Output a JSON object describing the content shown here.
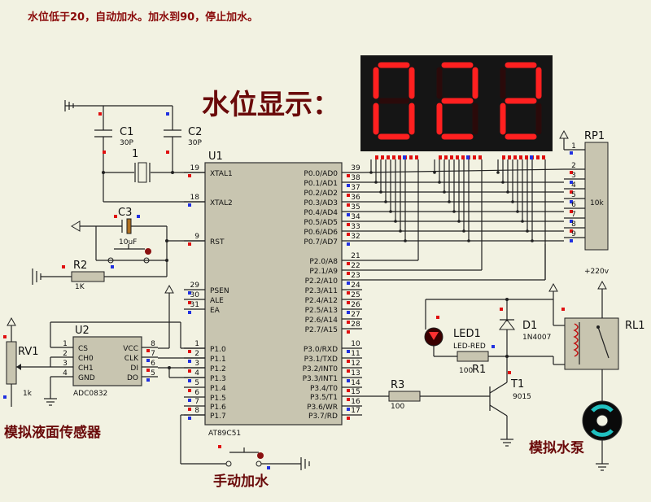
{
  "header": {
    "note": "水位低于20，自动加水。加水到90，停止加水。"
  },
  "display": {
    "title": "水位显示：",
    "digits": [
      "0",
      "2",
      "2"
    ]
  },
  "labels": {
    "sensor": "模拟液面传感器",
    "manual": "手动加水",
    "pump": "模拟水泵"
  },
  "components": {
    "u1": {
      "ref": "U1",
      "part": "AT89C51"
    },
    "u2": {
      "ref": "U2",
      "part": "ADC0832"
    },
    "c1": {
      "ref": "C1",
      "value": "30P"
    },
    "c2": {
      "ref": "C2",
      "value": "30P"
    },
    "x1": {
      "ref": "1"
    },
    "c3": {
      "ref": "C3",
      "value": "10uF"
    },
    "r1": {
      "ref": "R1",
      "value": "100"
    },
    "r2": {
      "ref": "R2",
      "value": "1K"
    },
    "r3": {
      "ref": "R3",
      "value": "100"
    },
    "rv1": {
      "ref": "RV1",
      "value": "1k"
    },
    "rp1": {
      "ref": "RP1",
      "value": "10k"
    },
    "led1": {
      "ref": "LED1",
      "part": "LED-RED"
    },
    "d1": {
      "ref": "D1",
      "part": "1N4007"
    },
    "t1": {
      "ref": "T1",
      "part": "9015"
    },
    "rl1": {
      "ref": "RL1"
    },
    "vcc": {
      "label": "+220v"
    }
  },
  "u1_pins": {
    "left": [
      {
        "num": "19",
        "name": "XTAL1"
      },
      {
        "num": "18",
        "name": "XTAL2"
      },
      {
        "num": "9",
        "name": "RST"
      },
      {
        "num": "29",
        "name": "PSEN"
      },
      {
        "num": "30",
        "name": "ALE"
      },
      {
        "num": "31",
        "name": "EA"
      },
      {
        "num": "1",
        "name": "P1.0"
      },
      {
        "num": "2",
        "name": "P1.1"
      },
      {
        "num": "3",
        "name": "P1.2"
      },
      {
        "num": "4",
        "name": "P1.3"
      },
      {
        "num": "5",
        "name": "P1.4"
      },
      {
        "num": "6",
        "name": "P1.5"
      },
      {
        "num": "7",
        "name": "P1.6"
      },
      {
        "num": "8",
        "name": "P1.7"
      }
    ],
    "right": [
      {
        "num": "39",
        "name": "P0.0/AD0"
      },
      {
        "num": "38",
        "name": "P0.1/AD1"
      },
      {
        "num": "37",
        "name": "P0.2/AD2"
      },
      {
        "num": "36",
        "name": "P0.3/AD3"
      },
      {
        "num": "35",
        "name": "P0.4/AD4"
      },
      {
        "num": "34",
        "name": "P0.5/AD5"
      },
      {
        "num": "33",
        "name": "P0.6/AD6"
      },
      {
        "num": "32",
        "name": "P0.7/AD7"
      },
      {
        "num": "21",
        "name": "P2.0/A8"
      },
      {
        "num": "22",
        "name": "P2.1/A9"
      },
      {
        "num": "23",
        "name": "P2.2/A10"
      },
      {
        "num": "24",
        "name": "P2.3/A11"
      },
      {
        "num": "25",
        "name": "P2.4/A12"
      },
      {
        "num": "26",
        "name": "P2.5/A13"
      },
      {
        "num": "27",
        "name": "P2.6/A14"
      },
      {
        "num": "28",
        "name": "P2.7/A15"
      },
      {
        "num": "10",
        "name": "P3.0/RXD"
      },
      {
        "num": "11",
        "name": "P3.1/TXD"
      },
      {
        "num": "12",
        "name": "P3.2/INT0"
      },
      {
        "num": "13",
        "name": "P3.3/INT1"
      },
      {
        "num": "14",
        "name": "P3.4/T0"
      },
      {
        "num": "15",
        "name": "P3.5/T1"
      },
      {
        "num": "16",
        "name": "P3.6/WR"
      },
      {
        "num": "17",
        "name": "P3.7/RD"
      }
    ]
  },
  "u2_pins": {
    "left": [
      {
        "num": "1",
        "name": "CS"
      },
      {
        "num": "2",
        "name": "CH0"
      },
      {
        "num": "3",
        "name": "CH1"
      },
      {
        "num": "4",
        "name": "GND"
      }
    ],
    "right": [
      {
        "num": "8",
        "name": "VCC"
      },
      {
        "num": "7",
        "name": "CLK"
      },
      {
        "num": "6",
        "name": "DI"
      },
      {
        "num": "5",
        "name": "DO"
      }
    ]
  },
  "rp1_pins": [
    "1",
    "2",
    "3",
    "4",
    "5",
    "6",
    "7",
    "8",
    "9"
  ]
}
